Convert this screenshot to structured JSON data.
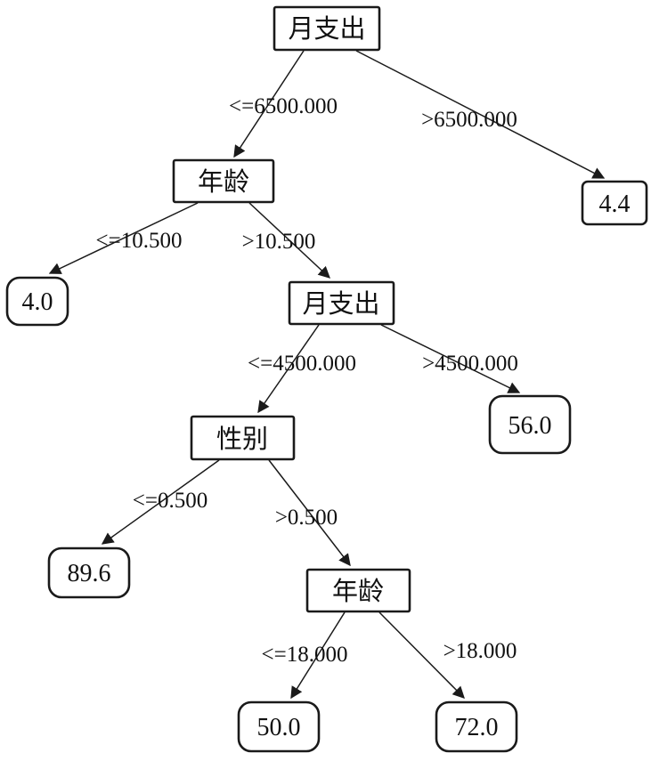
{
  "diagram": {
    "type": "decision-tree",
    "background_color": "#ffffff",
    "line_color": "#1a1a1a",
    "nodes": [
      {
        "id": "root",
        "label": "月支出",
        "kind": "internal"
      },
      {
        "id": "age1",
        "label": "年龄",
        "kind": "internal"
      },
      {
        "id": "leaf44",
        "label": "4.4",
        "kind": "leaf"
      },
      {
        "id": "leaf40",
        "label": "4.0",
        "kind": "leaf"
      },
      {
        "id": "spend2",
        "label": "月支出",
        "kind": "internal"
      },
      {
        "id": "gender",
        "label": "性别",
        "kind": "internal"
      },
      {
        "id": "leaf560",
        "label": "56.0",
        "kind": "leaf"
      },
      {
        "id": "leaf896",
        "label": "89.6",
        "kind": "leaf"
      },
      {
        "id": "age2",
        "label": "年龄",
        "kind": "internal"
      },
      {
        "id": "leaf500",
        "label": "50.0",
        "kind": "leaf"
      },
      {
        "id": "leaf720",
        "label": "72.0",
        "kind": "leaf"
      }
    ],
    "edges": [
      {
        "from": "root",
        "to": "age1",
        "label": "<=6500.000"
      },
      {
        "from": "root",
        "to": "leaf44",
        "label": ">6500.000"
      },
      {
        "from": "age1",
        "to": "leaf40",
        "label": "<=10.500"
      },
      {
        "from": "age1",
        "to": "spend2",
        "label": ">10.500"
      },
      {
        "from": "spend2",
        "to": "gender",
        "label": "<=4500.000"
      },
      {
        "from": "spend2",
        "to": "leaf560",
        "label": ">4500.000"
      },
      {
        "from": "gender",
        "to": "leaf896",
        "label": "<=0.500"
      },
      {
        "from": "gender",
        "to": "age2",
        "label": ">0.500"
      },
      {
        "from": "age2",
        "to": "leaf500",
        "label": "<=18.000"
      },
      {
        "from": "age2",
        "to": "leaf720",
        "label": ">18.000"
      }
    ]
  }
}
